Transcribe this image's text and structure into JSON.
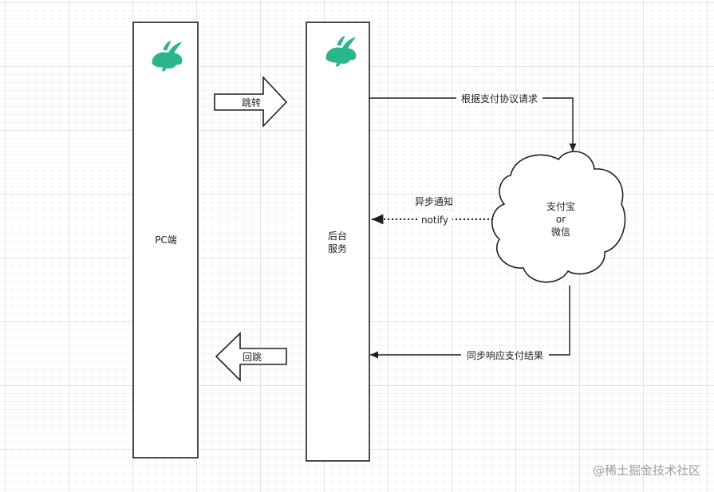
{
  "colors": {
    "stroke": "#1f1f1f",
    "rabbit": "#2bb58a",
    "watermark": "#9aa0a6"
  },
  "icons": {
    "pc_logo": "rabbit-logo-icon",
    "server_logo": "rabbit-logo-icon"
  },
  "nodes": {
    "pc": {
      "label": "PC端"
    },
    "server": {
      "label_line1": "后台",
      "label_line2": "服务"
    },
    "payment": {
      "label_line1": "支付宝",
      "label_line2": "or",
      "label_line3": "微信"
    }
  },
  "edges": {
    "redirect": {
      "label": "跳转"
    },
    "return": {
      "label": "回跳"
    },
    "request": {
      "label": "根据支付协议请求"
    },
    "async_notify": {
      "label": "异步通知",
      "sublabel": "notify"
    },
    "sync_response": {
      "label": "同步响应支付结果"
    }
  },
  "watermark": {
    "text": "@稀土掘金技术社区"
  }
}
